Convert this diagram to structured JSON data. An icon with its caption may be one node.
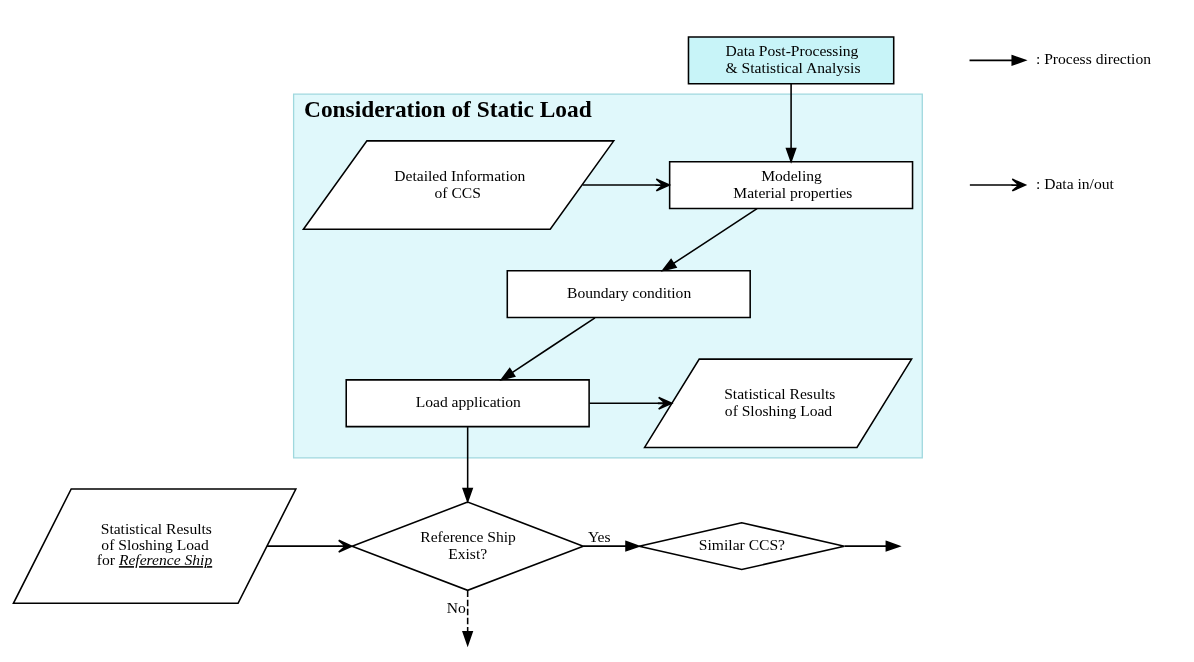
{
  "diagram": {
    "nodes": [
      {
        "text": [
          "Consideration of Static Load"
        ]
      },
      {
        "text": [
          "Data Post-Processing & Statistical Analysis"
        ]
      },
      {
        "text": [
          "Detailed Information of CCS"
        ],
        "in": 0
      },
      {
        "text": [
          "Modeling Material properties"
        ],
        "in": 0
      },
      {
        "text": [
          "Boundary condition"
        ],
        "in": 0
      },
      {
        "text": [
          "Load application"
        ],
        "in": 0
      },
      {
        "text": [
          "Statistical Results of Sloshing Load"
        ],
        "in": 0
      },
      {
        "text": [
          "Statistical Results of Sloshing Load for *Reference Ship*"
        ]
      },
      {
        "text": [
          "Reference Ship Exist?"
        ]
      },
      {
        "text": [
          "Similar CCS?"
        ]
      }
    ],
    "edges": [
      {
        "from": 1,
        "to": 3,
        "arrow": "to"
      },
      {
        "from": 2,
        "to": 3,
        "arrow": "to"
      },
      {
        "from": 3,
        "to": 4,
        "arrow": "to"
      },
      {
        "from": 4,
        "to": 5,
        "arrow": "to"
      },
      {
        "from": 5,
        "to": 6,
        "arrow": "to"
      },
      {
        "from": 5,
        "to": 8,
        "arrow": "to"
      },
      {
        "from": 7,
        "to": 8,
        "arrow": "to"
      },
      {
        "from": 8,
        "to": 9,
        "label": "Yes",
        "arrow": "to"
      },
      {
        "from": 9,
        "to": null,
        "arrow": "to"
      },
      {
        "from": 8,
        "to": null,
        "label": "No",
        "arrow": "to",
        "style": "dashed"
      }
    ],
    "legend": [
      {
        "text": ": Process direction"
      },
      {
        "text": ": Data in/out"
      }
    ]
  }
}
